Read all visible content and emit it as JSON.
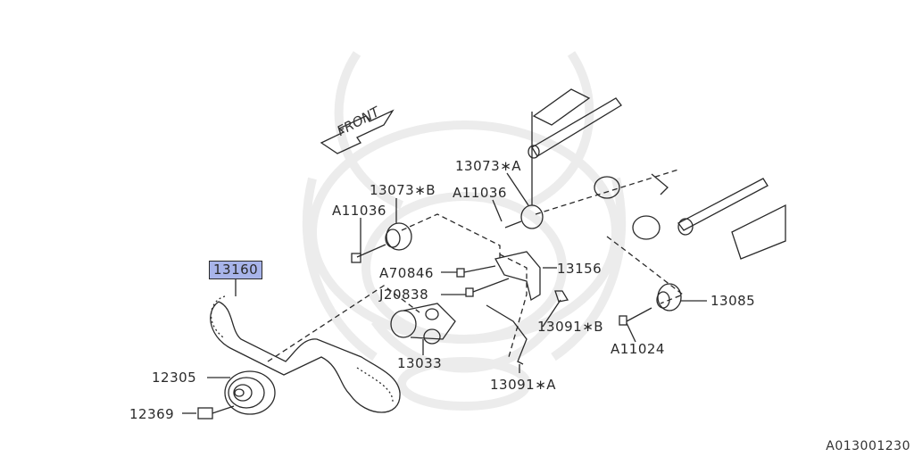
{
  "diagram": {
    "front_label": "FRONT",
    "diagram_code": "A013001230",
    "parts": {
      "p13160": "13160",
      "p12305": "12305",
      "p12369": "12369",
      "p13073B": "13073∗B",
      "p13073A": "13073∗A",
      "p11036a": "A11036",
      "p11036b": "A11036",
      "p70846": "A70846",
      "p20838": "J20838",
      "p13033": "13033",
      "p13156": "13156",
      "p13091B": "13091∗B",
      "p13091A": "13091∗A",
      "p13085": "13085",
      "p11024": "A11024"
    },
    "colors": {
      "highlight": "#a8b4ea",
      "line": "#2a2a2a",
      "watermark": "#ececec"
    }
  }
}
